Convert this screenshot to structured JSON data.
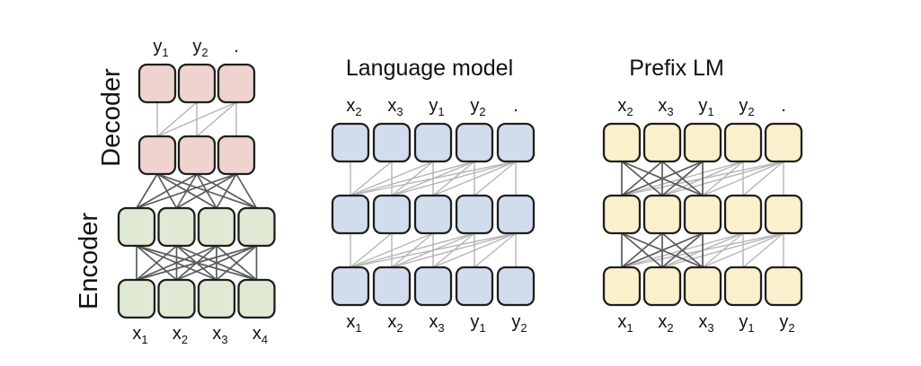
{
  "figure": {
    "background": "#ffffff",
    "text_color": "#111111",
    "box_border_color": "#1f1f1f",
    "line_colors": {
      "dark": "#5a5a5a",
      "light": "#b4b4b4"
    },
    "diagrams": [
      {
        "id": "encoder-decoder",
        "title": "",
        "side_labels": [
          {
            "text": "Decoder"
          },
          {
            "text": "Encoder"
          }
        ],
        "top_labels": [
          {
            "base": "y",
            "sub": "1"
          },
          {
            "base": "y",
            "sub": "2"
          },
          {
            "base": ".",
            "sub": ""
          }
        ],
        "bottom_labels": [
          {
            "base": "x",
            "sub": "1"
          },
          {
            "base": "x",
            "sub": "2"
          },
          {
            "base": "x",
            "sub": "3"
          },
          {
            "base": "x",
            "sub": "4"
          }
        ],
        "rows": [
          {
            "name": "decoder-layer-2",
            "cols": 3,
            "fill": "#eed3cf"
          },
          {
            "name": "decoder-layer-1",
            "cols": 3,
            "fill": "#eed3cf"
          },
          {
            "name": "encoder-layer-2",
            "cols": 4,
            "fill": "#dfe9d4"
          },
          {
            "name": "encoder-layer-1",
            "cols": 4,
            "fill": "#dfe9d4"
          }
        ],
        "connections": [
          {
            "upper": 0,
            "lower": 1,
            "pattern": "causal",
            "shade": "light"
          },
          {
            "upper": 1,
            "lower": 2,
            "pattern": "full",
            "shade": "dark"
          },
          {
            "upper": 2,
            "lower": 3,
            "pattern": "full",
            "shade": "dark"
          }
        ]
      },
      {
        "id": "language-model",
        "title": "Language model",
        "side_labels": [],
        "top_labels": [
          {
            "base": "x",
            "sub": "2"
          },
          {
            "base": "x",
            "sub": "3"
          },
          {
            "base": "y",
            "sub": "1"
          },
          {
            "base": "y",
            "sub": "2"
          },
          {
            "base": ".",
            "sub": ""
          }
        ],
        "bottom_labels": [
          {
            "base": "x",
            "sub": "1"
          },
          {
            "base": "x",
            "sub": "2"
          },
          {
            "base": "x",
            "sub": "3"
          },
          {
            "base": "y",
            "sub": "1"
          },
          {
            "base": "y",
            "sub": "2"
          }
        ],
        "rows": [
          {
            "name": "layer-3",
            "cols": 5,
            "fill": "#d1ddec"
          },
          {
            "name": "layer-2",
            "cols": 5,
            "fill": "#d1ddec"
          },
          {
            "name": "layer-1",
            "cols": 5,
            "fill": "#d1ddec"
          }
        ],
        "connections": [
          {
            "upper": 0,
            "lower": 1,
            "pattern": "causal",
            "shade": "light"
          },
          {
            "upper": 1,
            "lower": 2,
            "pattern": "causal",
            "shade": "light"
          }
        ]
      },
      {
        "id": "prefix-lm",
        "title": "Prefix LM",
        "side_labels": [],
        "top_labels": [
          {
            "base": "x",
            "sub": "2"
          },
          {
            "base": "x",
            "sub": "3"
          },
          {
            "base": "y",
            "sub": "1"
          },
          {
            "base": "y",
            "sub": "2"
          },
          {
            "base": ".",
            "sub": ""
          }
        ],
        "bottom_labels": [
          {
            "base": "x",
            "sub": "1"
          },
          {
            "base": "x",
            "sub": "2"
          },
          {
            "base": "x",
            "sub": "3"
          },
          {
            "base": "y",
            "sub": "1"
          },
          {
            "base": "y",
            "sub": "2"
          }
        ],
        "rows": [
          {
            "name": "layer-3",
            "cols": 5,
            "fill": "#fbf0cc"
          },
          {
            "name": "layer-2",
            "cols": 5,
            "fill": "#fbf0cc"
          },
          {
            "name": "layer-1",
            "cols": 5,
            "fill": "#fbf0cc"
          }
        ],
        "connections": [
          {
            "upper": 0,
            "lower": 1,
            "pattern": "prefix",
            "prefix_len": 3
          },
          {
            "upper": 1,
            "lower": 2,
            "pattern": "prefix",
            "prefix_len": 3
          }
        ]
      }
    ]
  }
}
